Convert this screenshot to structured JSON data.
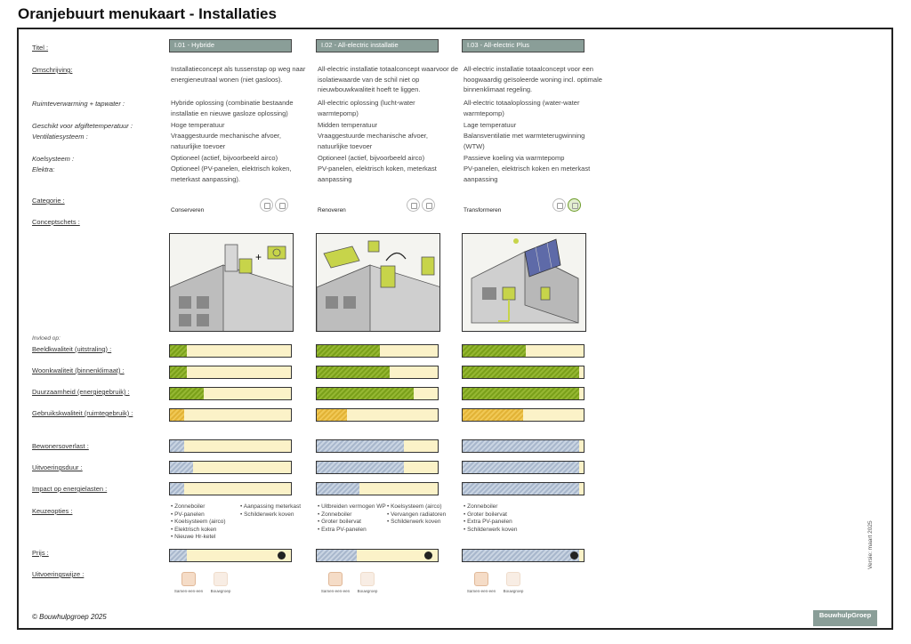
{
  "page": {
    "title": "Oranjebuurt menukaart - Installaties"
  },
  "labels": {
    "titel": "Titel :",
    "omschrijving": "Omschrijving:",
    "ruimteverwarming": "Ruimteverwarming + tapwater :",
    "afgifte": "Geschikt voor afgiftetemperatuur :",
    "ventilatie": "Ventilatiesysteem :",
    "koel": "Koelsysteem :",
    "elektra": "Elektra:",
    "categorie": "Categorie :",
    "conceptschets": "Conceptschets :",
    "invloed": "Invloed op:",
    "beeld": "Beeldkwaliteit (uitstraling) :",
    "woon": "Woonkwaliteit (binnenklimaat) :",
    "duurzaam": "Duurzaamheid (energiegebruik) :",
    "gebruik": "Gebruikskwaliteit (ruimtegebruik) :",
    "overlast": "Bewonersoverlast :",
    "duur": "Uitvoeringsduur :",
    "impact": "Impact op energielasten :",
    "keuze": "Keuzeopties :",
    "prijs": "Prijs :",
    "wijze": "Uitvoeringswijze :"
  },
  "columns": [
    {
      "title": "I.01 - Hybride",
      "omschrijving": "Installatieconcept als tussenstap op weg naar energieneutraal wonen (niet gasloos).",
      "ruimte": [
        "Hybride oplossing (combinatie bestaande installatie en nieuwe gasloze oplossing)"
      ],
      "afgifte": [
        "Hoge temperatuur"
      ],
      "ventilatie": [
        "Vraaggestuurde mechanische afvoer, natuurlijke toevoer"
      ],
      "koel": [
        "Optioneel (actief, bijvoorbeeld airco)"
      ],
      "elektra": [
        "Optioneel (PV-panelen, elektrisch koken, meterkast aanpassing)."
      ],
      "categorie": "Conserveren",
      "icon_active": 0,
      "bars": {
        "beeld": 0.14,
        "woon": 0.14,
        "duurzaam": 0.28,
        "gebruik": 0.12,
        "overlast": 0.12,
        "duur": 0.19,
        "impact": 0.12,
        "prijs": 0.14
      },
      "keuze": [
        [
          "Zonneboiler",
          "PV-panelen",
          "Koelsysteem (airco)",
          "Elektrisch koken",
          "Nieuwe Hr-ketel"
        ],
        [
          "Aanpassing meterkast",
          "Schilderwerk koven"
        ]
      ],
      "uitvoering": [
        "Samen-een-een",
        "Bouwgroep"
      ]
    },
    {
      "title": "I.02 - All-electric installatie",
      "omschrijving": "All-electric installatie totaalconcept waarvoor de isolatiewaarde van de schil niet op nieuwbouwkwaliteit hoeft te liggen.",
      "ruimte": [
        "All-electric oplossing (lucht-water warmtepomp)"
      ],
      "afgifte": [
        "Midden temperatuur"
      ],
      "ventilatie": [
        "Vraaggestuurde mechanische afvoer, natuurlijke toevoer"
      ],
      "koel": [
        "Optioneel (actief, bijvoorbeeld airco)"
      ],
      "elektra": [
        "PV-panelen, elektrisch koken, meterkast aanpassing"
      ],
      "categorie": "Renoveren",
      "icon_active": 0,
      "bars": {
        "beeld": 0.52,
        "woon": 0.6,
        "duurzaam": 0.8,
        "gebruik": 0.25,
        "overlast": 0.72,
        "duur": 0.72,
        "impact": 0.35,
        "prijs": 0.33
      },
      "keuze": [
        [
          "Uitbreiden vermogen WP",
          "Zonneboiler",
          "Groter boilervat",
          "Extra PV-panelen"
        ],
        [
          "Koelsysteem (airco)",
          "Vervangen radiatoren",
          "Schilderwerk koven"
        ]
      ],
      "uitvoering": [
        "Samen-een-een",
        "Bouwgroep"
      ]
    },
    {
      "title": "I.03 - All-electric Plus",
      "omschrijving": "All-electric installatie totaalconcept voor een hoogwaardig geïsoleerde woning incl. optimale binnenklimaat regeling.",
      "ruimte": [
        "All-electric totaaloplossing (water-water warmtepomp)"
      ],
      "afgifte": [
        "Lage temperatuur"
      ],
      "ventilatie": [
        "Balansventilatie met warmteterugwinning (WTW)"
      ],
      "koel": [
        "Passieve koeling via warmtepomp"
      ],
      "elektra": [
        "PV-panelen, elektrisch koken en meterkast aanpassing"
      ],
      "categorie": "Transformeren",
      "icon_active": 1,
      "bars": {
        "beeld": 0.52,
        "woon": 0.96,
        "duurzaam": 0.96,
        "gebruik": 0.5,
        "overlast": 0.96,
        "duur": 0.96,
        "impact": 0.96,
        "prijs": 0.96
      },
      "keuze": [
        [
          "Zonneboiler",
          "Groter boilervat",
          "Extra PV-panelen",
          "Schilderwerk koven"
        ],
        []
      ],
      "uitvoering": [
        "Samen-een-een",
        "Bouwgroep"
      ]
    }
  ],
  "footer": {
    "copyright": "© Bouwhulpgroep 2025",
    "logo": "BouwhulpGroep",
    "versie": "Versie: maart 2025"
  },
  "colors": {
    "header": "#8a9e98",
    "positive": "#7aa01a",
    "neutral": "#e2b336",
    "negative": "#a8b7cc",
    "bar_bg": "#fbf2c8"
  },
  "icons": [
    "tools-icon",
    "house-icon",
    "coin-icon"
  ]
}
